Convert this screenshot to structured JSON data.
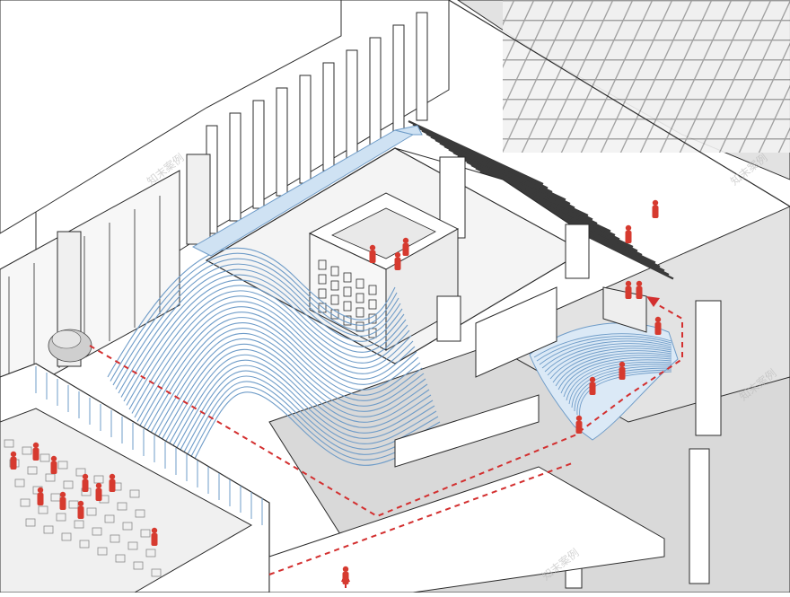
{
  "diagram": {
    "type": "isometric-architectural-axonometric",
    "colors": {
      "line": "#2b2b2b",
      "wall": "#ffffff",
      "floor": "#e6e6e6",
      "floor_dark": "#cfcfcf",
      "ribbon": "#cfe2f3",
      "ribbon_edge": "#6f9cc8",
      "people": "#d63a2f",
      "path": "#d32f2f",
      "louver": "#3a3a3a"
    },
    "watermarks": [
      "知末案例",
      "知末案例",
      "知末案例",
      "知末案例"
    ]
  }
}
